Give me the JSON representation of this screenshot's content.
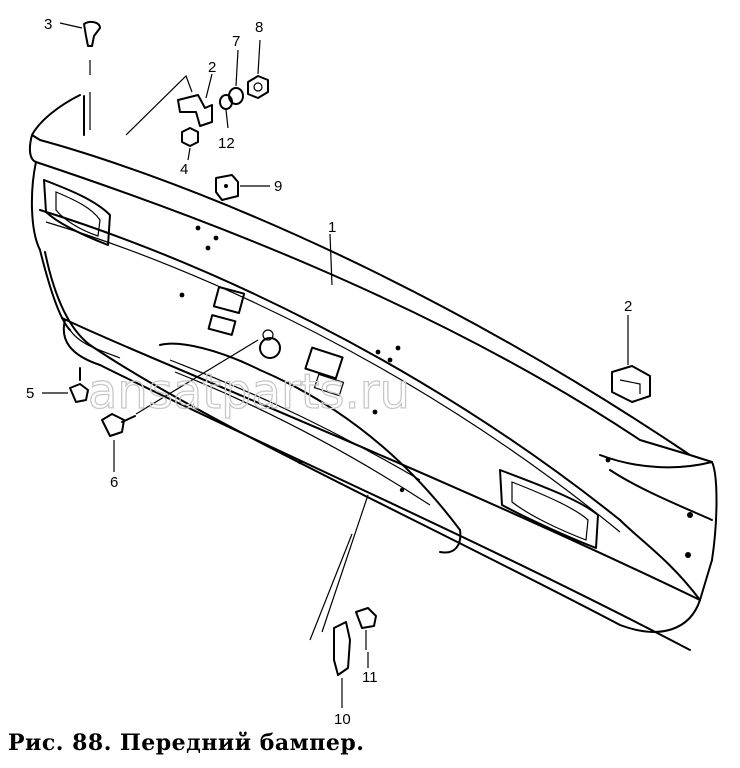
{
  "caption": "Рис. 88. Передний бампер.",
  "watermark": "ansatparts.ru",
  "callouts": {
    "c1": "1",
    "c2a": "2",
    "c2b": "2",
    "c3": "3",
    "c4": "4",
    "c5": "5",
    "c6": "6",
    "c7": "7",
    "c8": "8",
    "c9": "9",
    "c10": "10",
    "c11": "11",
    "c12": "12"
  }
}
